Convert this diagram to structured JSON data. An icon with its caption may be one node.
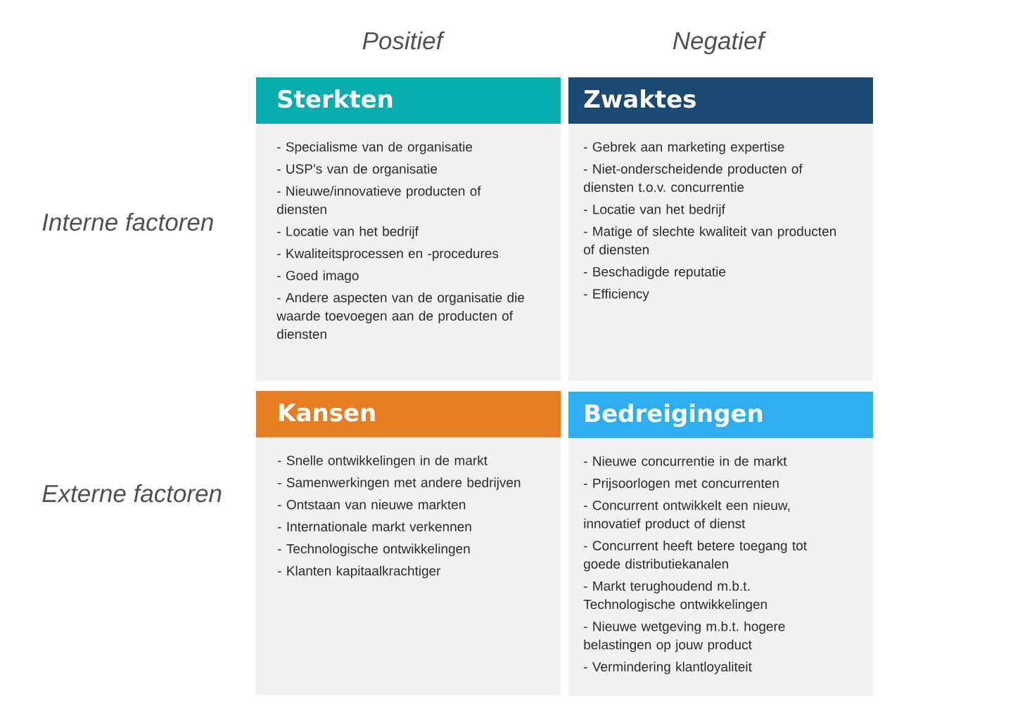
{
  "diagram": {
    "nodes": [
      {
        "text": [
          "Sterkten",
          "- Specialisme van de organisatie",
          "- USP’s van de organisatie",
          "- Nieuwe/innovatieve producten of diensten",
          "- Locatie van het bedrijf",
          "- Kwaliteitsprocessen en -procedures",
          "- Goed imago",
          "- Andere aspecten van de organisatie die waarde toevoegen aan de producten of diensten"
        ]
      },
      {
        "text": [
          "Zwaktes",
          "- Gebrek aan marketing expertise",
          "- Niet-onderscheidende producten of diensten t.o.v. concurrentie",
          "- Locatie van het bedrijf",
          "- Matige of slechte kwaliteit van producten of diensten",
          "- Beschadigde reputatie",
          "- Efficiency"
        ]
      },
      {
        "text": [
          "Kansen",
          "- Snelle ontwikkelingen in de markt",
          "- Samenwerkingen met andere bedrijven",
          "- Ontstaan van nieuwe markten",
          "- Internationale markt verkennen",
          "- Technologische ontwikkelingen",
          "- Klanten kapitaalkrachtiger"
        ]
      },
      {
        "text": [
          "Bedreigingen",
          "- Nieuwe concurrentie in de markt",
          "- Prijsoorlogen met concurrenten",
          "- Concurrent ontwikkelt een nieuw, innovatief product of dienst",
          "- Concurrent heeft betere toegang tot goede distributiekanalen",
          "- Markt terughoudend m.b.t. Technologische ontwikkelingen",
          "- Nieuwe wetgeving m.b.t. hogere belastingen op jouw product",
          "- Vermindering klantloyaliteit"
        ]
      }
    ],
    "labels": [
      "Positief",
      "Negatief",
      "Interne factoren",
      "Externe factoren"
    ]
  }
}
